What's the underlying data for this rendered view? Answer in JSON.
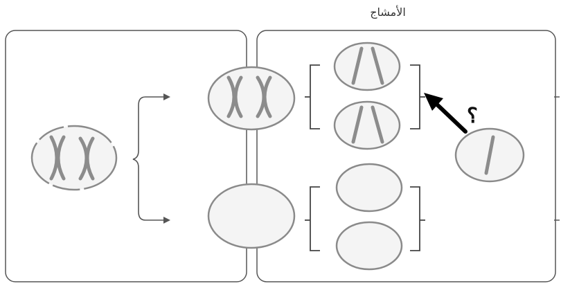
{
  "diagram": {
    "title": "الأمشاج",
    "question_mark": "؟",
    "colors": {
      "panel_stroke": "#555555",
      "cell_stroke": "#8a8a8a",
      "cell_fill": "#f4f4f4",
      "chromosome": "#8c8c8c",
      "bracket": "#444444",
      "arrow": "#000000"
    },
    "parent_cell": {
      "chromosome_count": 2,
      "duplicated": true
    },
    "meiosis_one_products": [
      {
        "chromosome_count": 2,
        "duplicated": true
      },
      {
        "chromosome_count": 0,
        "duplicated": false
      }
    ],
    "gametes": [
      {
        "chromosome_count": 2
      },
      {
        "chromosome_count": 2
      },
      {
        "chromosome_count": 0
      },
      {
        "chromosome_count": 0
      }
    ],
    "unknown_cell": {
      "chromosome_count": 1
    }
  }
}
